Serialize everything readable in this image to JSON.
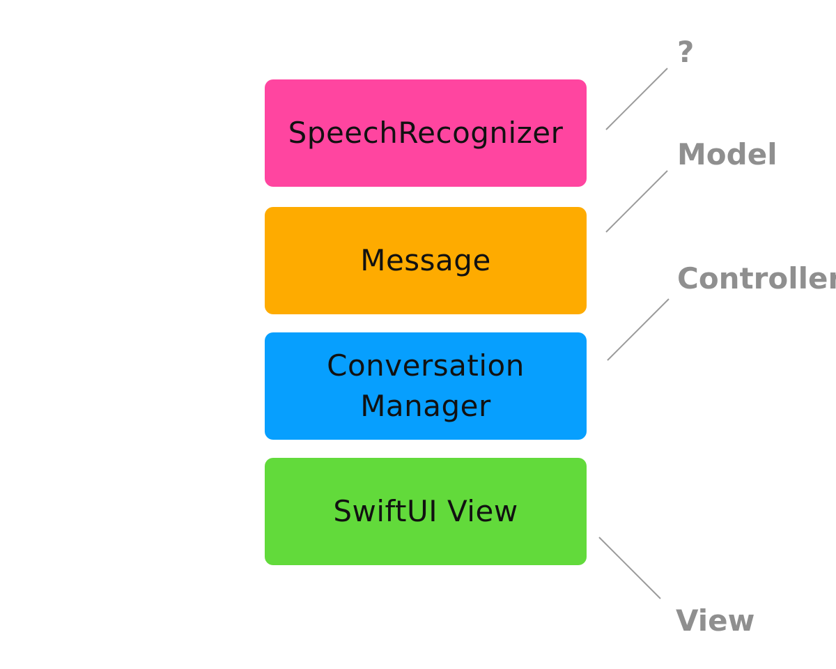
{
  "colors": {
    "speech": "#ff45a0",
    "message": "#feab00",
    "conversation": "#079ffe",
    "swiftui": "#62da3b",
    "label": "#8f8f8f",
    "connector": "#9a9a9a"
  },
  "blocks": {
    "speech_recognizer": "SpeechRecognizer",
    "message": "Message",
    "conversation_manager": "Conversation\nManager",
    "swiftui_view": "SwiftUI View"
  },
  "labels": {
    "unknown": "?",
    "model": "Model",
    "controller": "Controller",
    "view": "View"
  }
}
